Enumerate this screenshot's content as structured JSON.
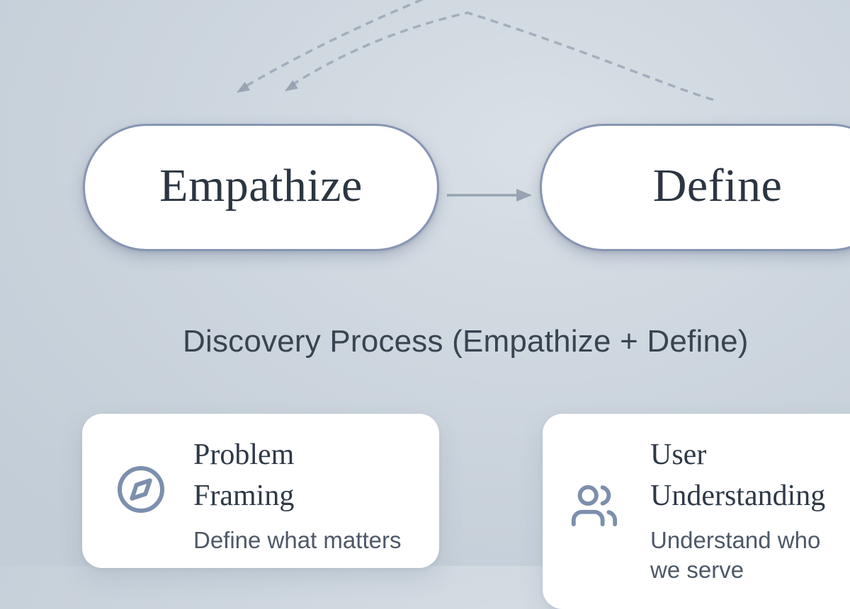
{
  "flow": {
    "stages": [
      {
        "label": "Empathize"
      },
      {
        "label": "Define"
      }
    ]
  },
  "section": {
    "title": "Discovery Process (Empathize + Define)"
  },
  "cards": [
    {
      "icon": "compass-icon",
      "title": "Problem Framing",
      "subtitle": "Define what matters"
    },
    {
      "icon": "users-icon",
      "title": "User Understanding",
      "subtitle": "Understand who we serve"
    }
  ],
  "colors": {
    "background_center": "#d9e0e6",
    "background_edge": "#c3cdd7",
    "pill_fill": "#ffffff",
    "pill_border": "#8795b3",
    "pill_text": "#2c3642",
    "connector_arrow": "#98a3b1",
    "dashed_arc": "#98a3b1",
    "section_title": "#3a4350",
    "card_background": "#ffffff",
    "card_title": "#2e3947",
    "card_subtitle": "#4d5968",
    "icon_stroke": "#7c8fad"
  }
}
